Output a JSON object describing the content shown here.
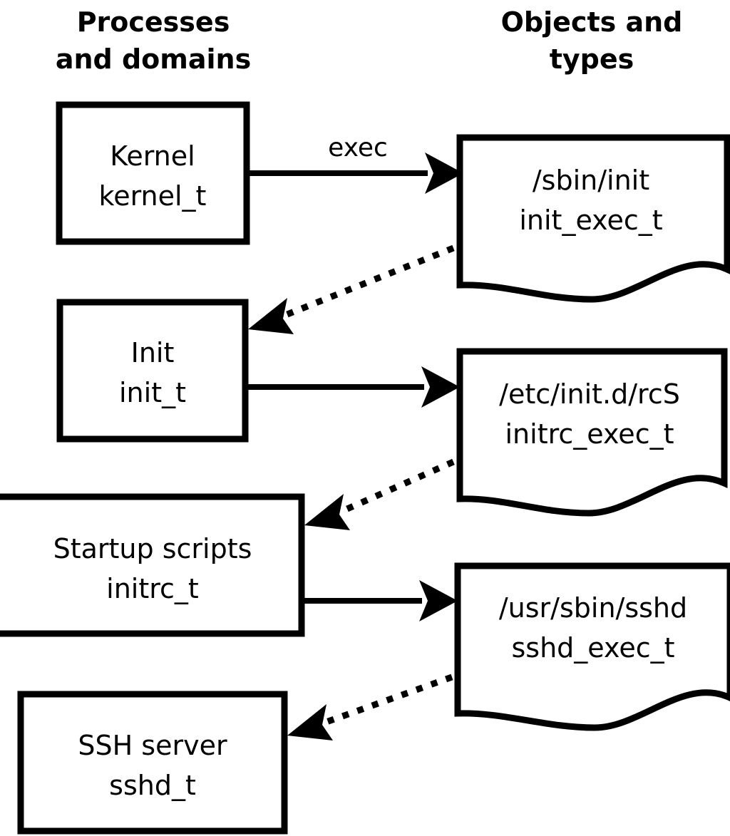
{
  "diagram": {
    "title_left": "Processes\nand domains",
    "columns": {
      "left": {
        "line1": "Processes",
        "line2": "and domains"
      },
      "right": {
        "line1": "Objects and",
        "line2": "types"
      }
    },
    "processes": [
      {
        "id": "kernel",
        "line1": "Kernel",
        "line2": "kernel_t"
      },
      {
        "id": "init",
        "line1": "Init",
        "line2": "init_t"
      },
      {
        "id": "initrc",
        "line1": "Startup scripts",
        "line2": "initrc_t"
      },
      {
        "id": "sshd",
        "line1": "SSH server",
        "line2": "sshd_t"
      }
    ],
    "objects": [
      {
        "id": "init_exec",
        "line1": "/sbin/init",
        "line2": "init_exec_t"
      },
      {
        "id": "initrc_exec",
        "line1": "/etc/init.d/rcS",
        "line2": "initrc_exec_t"
      },
      {
        "id": "sshd_exec",
        "line1": "/usr/sbin/sshd",
        "line2": "sshd_exec_t"
      }
    ],
    "edges": [
      {
        "id": "kernel-exec-init",
        "label": "exec",
        "style": "solid",
        "from": "kernel",
        "to": "init_exec"
      },
      {
        "id": "init_exec-transition-init",
        "label": "",
        "style": "dotted",
        "from": "init_exec",
        "to": "init"
      },
      {
        "id": "init-exec-initrc",
        "label": "",
        "style": "solid",
        "from": "init",
        "to": "initrc_exec"
      },
      {
        "id": "initrc_exec-transition-initrc",
        "label": "",
        "style": "dotted",
        "from": "initrc_exec",
        "to": "initrc"
      },
      {
        "id": "initrc-exec-sshd",
        "label": "",
        "style": "solid",
        "from": "initrc",
        "to": "sshd_exec"
      },
      {
        "id": "sshd_exec-transition-sshd",
        "label": "",
        "style": "dotted",
        "from": "sshd_exec",
        "to": "sshd"
      }
    ],
    "colors": {
      "stroke": "#000000",
      "fill": "#ffffff",
      "background": "#ffffff"
    }
  }
}
